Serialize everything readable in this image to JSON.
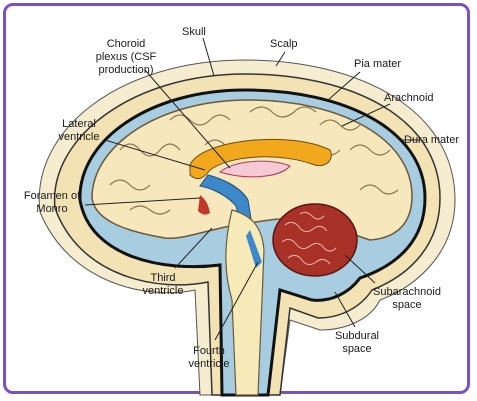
{
  "labels": {
    "skull": "Skull",
    "scalp": "Scalp",
    "choroid_plexus": [
      "Choroid",
      "plexus (CSF",
      "production)"
    ],
    "pia_mater": "Pia mater",
    "arachnoid": "Arachnoid",
    "dura_mater": "Dura mater",
    "lateral_ventricle": [
      "Lateral",
      "ventricle"
    ],
    "foramen_of_monro": [
      "Foramen of",
      "Monro"
    ],
    "third_ventricle": [
      "Third",
      "ventricle"
    ],
    "fourth_ventricle": [
      "Fourth",
      "ventricle"
    ],
    "subarachnoid_space": [
      "Subarachnoid",
      "space"
    ],
    "subdural_space": [
      "Subdural",
      "space"
    ]
  },
  "colors": {
    "frame": "#7b4fc9",
    "scalp": "#f6ecd0",
    "skull": "#f3e3b4",
    "csf": "#a8cde0",
    "brain": "#f7e7bd",
    "ventricle": "#f2a81d",
    "cerebellum": "#a93228",
    "brainstem": "#f6eab8"
  }
}
